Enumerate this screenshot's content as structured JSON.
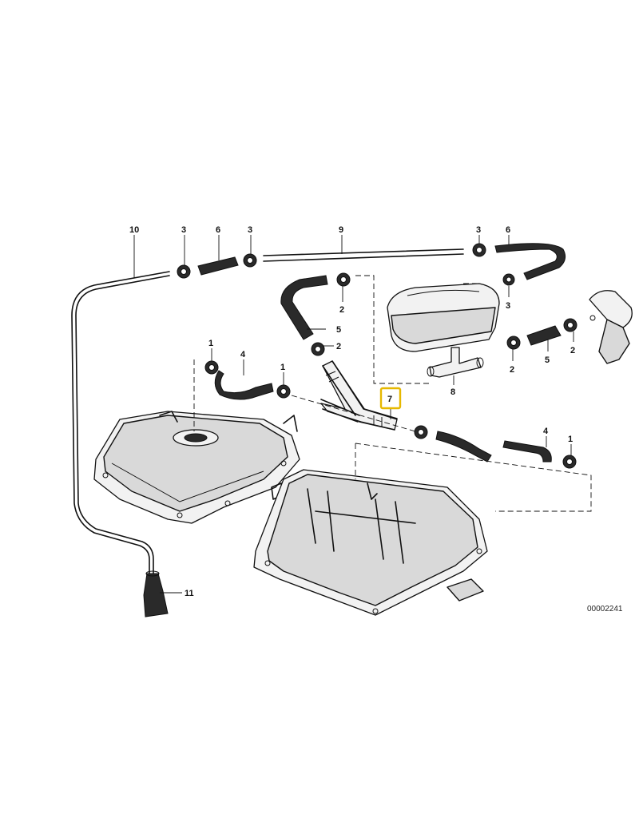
{
  "diagram": {
    "drawing_number": "00002241",
    "highlight_color": "#e6b800",
    "callouts": [
      {
        "key": "c10",
        "label": "10"
      },
      {
        "key": "c3a",
        "label": "3"
      },
      {
        "key": "c6a",
        "label": "6"
      },
      {
        "key": "c3b",
        "label": "3"
      },
      {
        "key": "c9",
        "label": "9"
      },
      {
        "key": "c3c",
        "label": "3"
      },
      {
        "key": "c6b",
        "label": "6"
      },
      {
        "key": "c2a",
        "label": "2"
      },
      {
        "key": "c5a",
        "label": "5"
      },
      {
        "key": "c2b",
        "label": "2"
      },
      {
        "key": "c3d",
        "label": "3"
      },
      {
        "key": "c1a",
        "label": "1"
      },
      {
        "key": "c4a",
        "label": "4"
      },
      {
        "key": "c1b",
        "label": "1"
      },
      {
        "key": "c7",
        "label": "7",
        "highlighted": true
      },
      {
        "key": "c2c",
        "label": "2"
      },
      {
        "key": "c5b",
        "label": "5"
      },
      {
        "key": "c2d",
        "label": "2"
      },
      {
        "key": "c8",
        "label": "8"
      },
      {
        "key": "c4b",
        "label": "4"
      },
      {
        "key": "c1c",
        "label": "1"
      },
      {
        "key": "c11",
        "label": "11"
      }
    ]
  }
}
